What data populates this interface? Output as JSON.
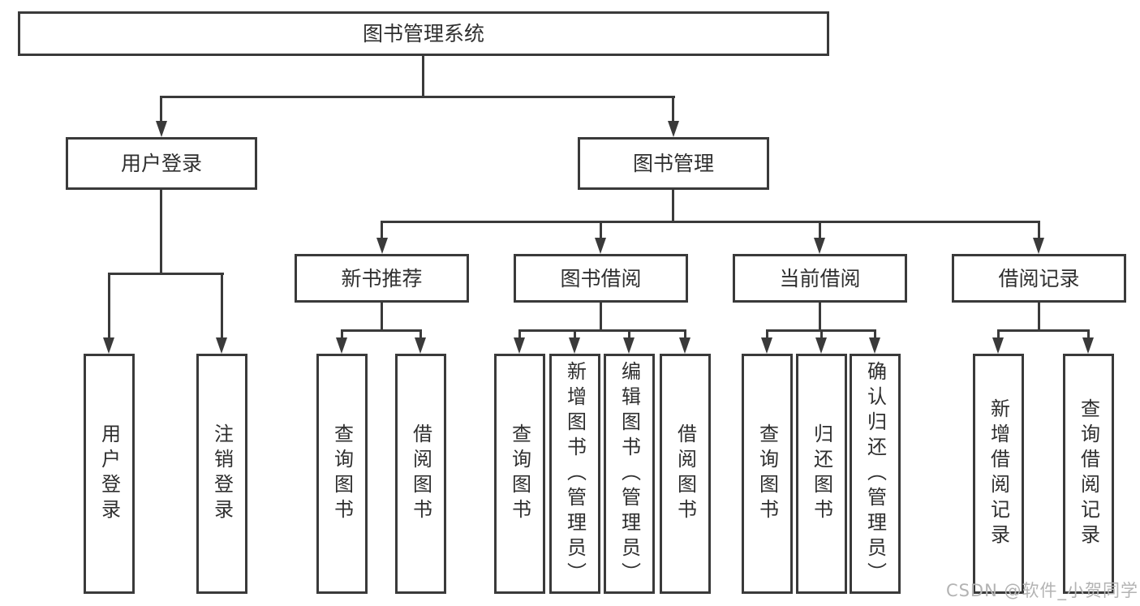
{
  "diagram": {
    "title": "图书管理系统",
    "level2": {
      "user_login": "用户登录",
      "book_management": "图书管理"
    },
    "level3": {
      "new_book_recommend": "新书推荐",
      "book_borrow": "图书借阅",
      "current_borrow": "当前借阅",
      "borrow_records": "借阅记录"
    },
    "leaves": {
      "user": [
        "用户登录",
        "注销登录"
      ],
      "recommend": [
        "查询图书",
        "借阅图书"
      ],
      "borrow": [
        "查询图书",
        "新增图书（管理员）",
        "编辑图书（管理员）",
        "借阅图书"
      ],
      "current": [
        "查询图书",
        "归还图书",
        "确认归还（管理员）"
      ],
      "records": [
        "新增借阅记录",
        "查询借阅记录"
      ]
    }
  },
  "watermark": "CSDN @软件_小贺同学",
  "icons": {
    "arrow_down": "solid-triangle-down"
  },
  "colors": {
    "line": "#3a3a3a",
    "text": "#2f2f2f",
    "box-bg": "#ffffff",
    "watermark": "#b3b3b3",
    "background": "#ffffff"
  }
}
